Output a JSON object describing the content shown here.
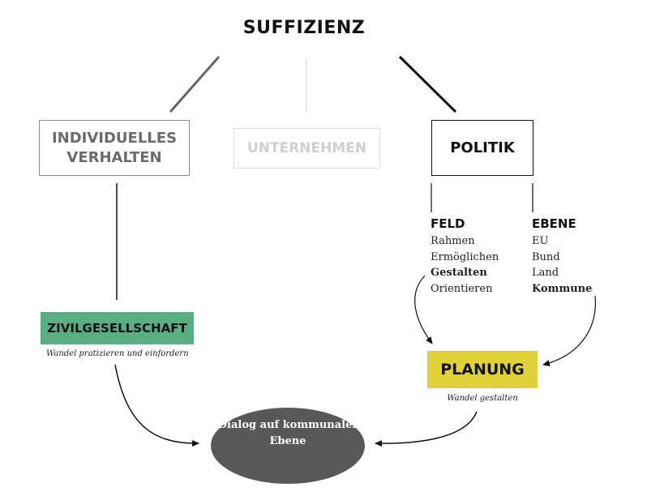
{
  "title": "SUFFIZIENZ",
  "nodes": {
    "individuell": "INDIVIDUELLES VERHALTEN",
    "unternehmen": "UNTERNEHMEN",
    "politik": "POLITIK",
    "zivil": "ZIVILGESELLSCHAFT",
    "zivil_caption": "Wandel pratizieren und einfordern",
    "planung": "PLANUNG",
    "planung_caption": "Wandel gestalten",
    "dialog": "Dialog auf kommunaler Ebene"
  },
  "feld": {
    "heading": "FELD",
    "items": [
      "Rahmen",
      "Ermöglichen",
      "Gestalten",
      "Orientieren"
    ]
  },
  "ebene": {
    "heading": "EBENE",
    "items": [
      "EU",
      "Bund",
      "Land",
      "Kommune"
    ]
  },
  "colors": {
    "green": "#5aae84",
    "yellow": "#e0d03a",
    "ellipse": "#58585a"
  }
}
